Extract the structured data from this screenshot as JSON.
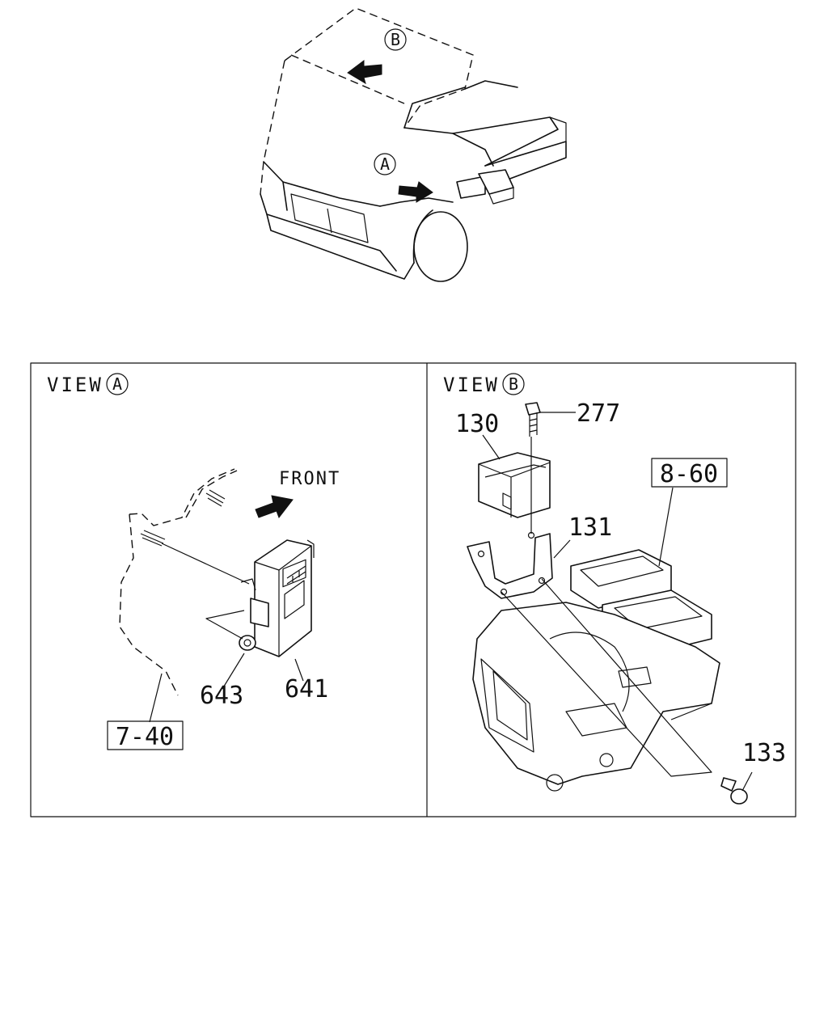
{
  "overview": {
    "marker_a": "A",
    "marker_b": "B"
  },
  "view_a": {
    "heading": "VIEW",
    "marker": "A",
    "front_label": "FRONT",
    "parts": [
      {
        "id": "641"
      },
      {
        "id": "643"
      }
    ],
    "ref_box": "7-40"
  },
  "view_b": {
    "heading": "VIEW",
    "marker": "B",
    "parts": [
      {
        "id": "277"
      },
      {
        "id": "130"
      },
      {
        "id": "131"
      },
      {
        "id": "133"
      }
    ],
    "ref_box": "8-60"
  }
}
